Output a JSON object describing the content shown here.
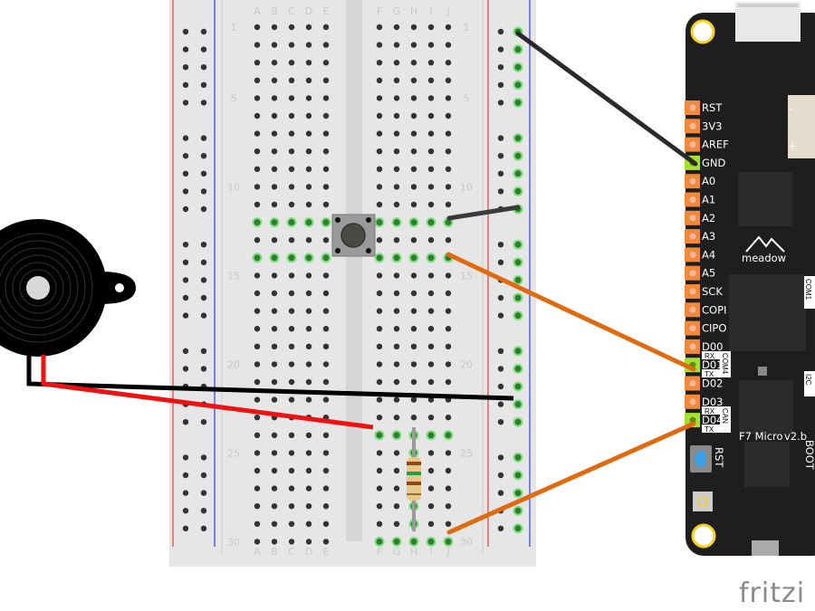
{
  "diagram": {
    "type": "fritzing-breadboard",
    "watermark": "fritzi",
    "breadboard": {
      "rows": 30,
      "columns_left": [
        "A",
        "B",
        "C",
        "D",
        "E"
      ],
      "columns_right": [
        "F",
        "G",
        "H",
        "I",
        "J"
      ],
      "row_labels": [
        "1",
        "5",
        "10",
        "15",
        "20",
        "25",
        "30"
      ],
      "colors": {
        "body": "#e6e6e6",
        "rail_plus": "#e04040",
        "rail_minus": "#3040e0",
        "hole": "#333333",
        "hole_active": "#5fd35f"
      }
    },
    "board": {
      "name": "meadow",
      "model": "F7 Micro",
      "version": "v2.b",
      "left_pins": [
        "RST",
        "3V3",
        "AREF",
        "GND",
        "A0",
        "A1",
        "A2",
        "A3",
        "A4",
        "A5",
        "SCK",
        "COPI",
        "CIPO",
        "D00",
        "D01",
        "D02",
        "D03",
        "D04"
      ],
      "connected_pins": [
        "GND",
        "D01",
        "D04"
      ],
      "small_labels": {
        "rx": "RX",
        "tx": "TX",
        "com4": "COM4",
        "can": "CAN",
        "com1": "COM1",
        "i2c": "I2C",
        "boot": "BOOT",
        "rst": "RST",
        "plus": "+",
        "minus": "-"
      },
      "colors": {
        "pcb": "#1e1e1e",
        "pin": "#f08a3a",
        "pin_active": "#a8e030",
        "mount": "#f5d020",
        "button": "#3aa0e8"
      }
    },
    "components": [
      {
        "name": "piezo-buzzer"
      },
      {
        "name": "push-button"
      },
      {
        "name": "resistor",
        "bands": [
          "#8a4a10",
          "#20a040",
          "#8a4a10",
          "#c9a040"
        ]
      }
    ],
    "wires": [
      {
        "name": "gnd-wire",
        "color": "#2a2a2a",
        "from": "rail-1",
        "to": "GND"
      },
      {
        "name": "button-gnd-wire",
        "color": "#2a2a2a",
        "from": "J12",
        "to": "rail-minus"
      },
      {
        "name": "button-d01-wire",
        "color": "#e06a10",
        "from": "J14",
        "to": "D01"
      },
      {
        "name": "resistor-d04-wire",
        "color": "#e06a10",
        "from": "J30",
        "to": "D04"
      },
      {
        "name": "buzzer-black-wire",
        "color": "#000000",
        "from": "buzzer",
        "to": "rail-minus"
      },
      {
        "name": "buzzer-red-wire",
        "color": "#ee1111",
        "from": "buzzer",
        "to": "F24"
      }
    ]
  }
}
